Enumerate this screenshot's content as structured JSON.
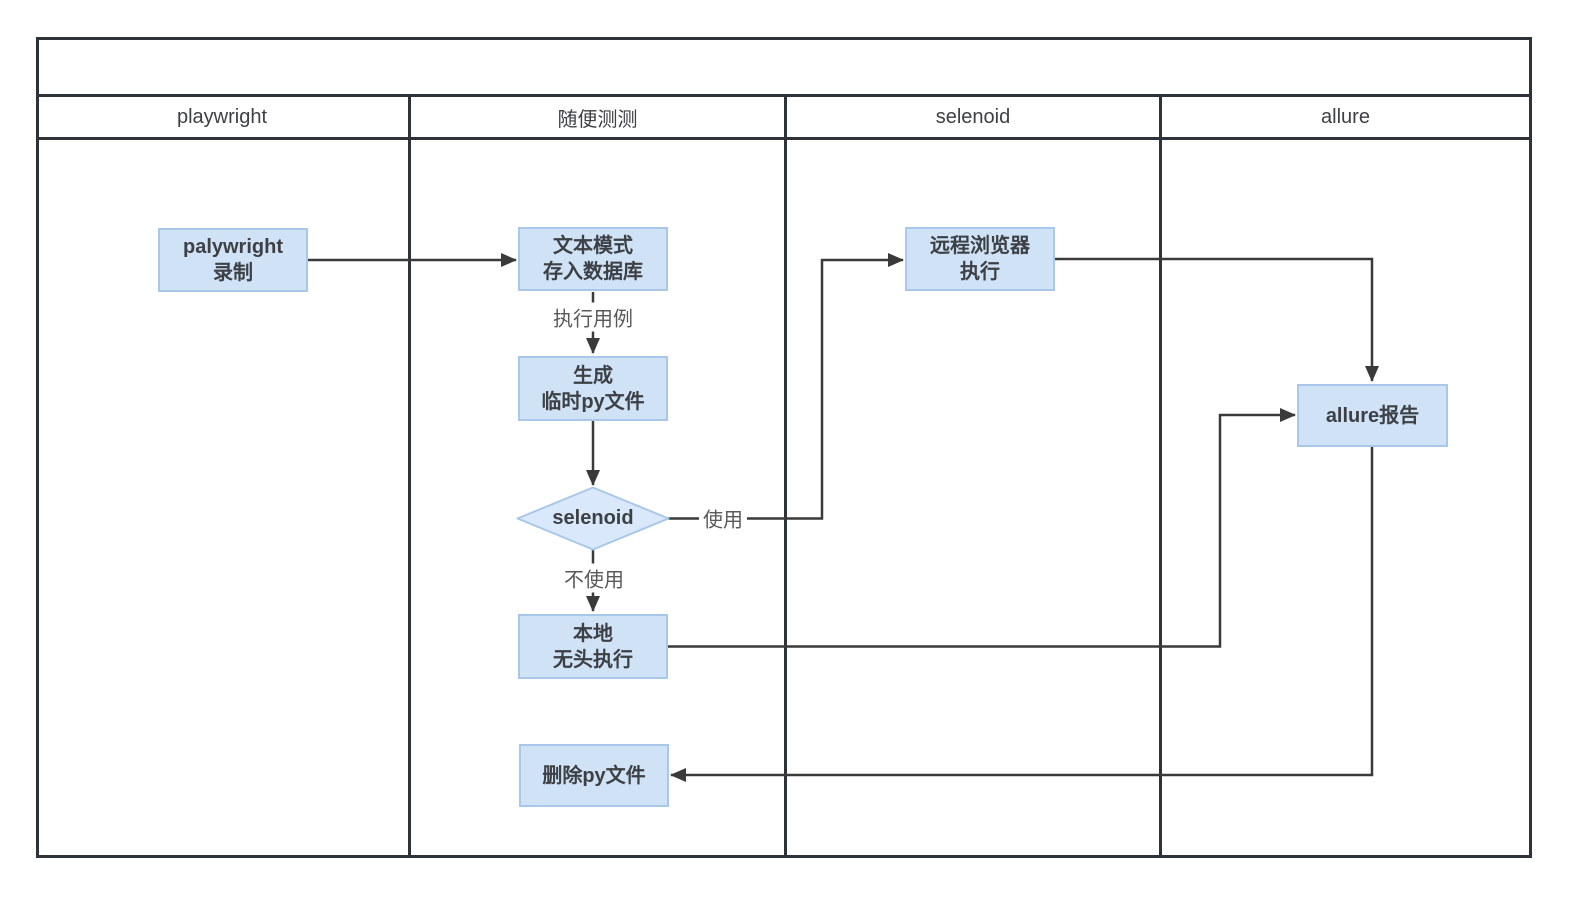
{
  "lanes": [
    {
      "label": "playwright"
    },
    {
      "label": "随便测测"
    },
    {
      "label": "selenoid"
    },
    {
      "label": "allure"
    }
  ],
  "nodes": {
    "record": {
      "lines": [
        "palywright",
        "录制"
      ]
    },
    "save_db": {
      "lines": [
        "文本模式",
        "存入数据库"
      ]
    },
    "gen_py": {
      "lines": [
        "生成",
        "临时py文件"
      ]
    },
    "decision": {
      "label": "selenoid"
    },
    "remote_exec": {
      "lines": [
        "远程浏览器",
        "执行"
      ]
    },
    "local_exec": {
      "lines": [
        "本地",
        "无头执行"
      ]
    },
    "allure_report": {
      "label": "allure报告"
    },
    "delete_py": {
      "label": "删除py文件"
    }
  },
  "edge_labels": {
    "execute_case": "执行用例",
    "use": "使用",
    "not_use": "不使用"
  },
  "colors": {
    "node_fill": "#cfe2f6",
    "diamond_fill": "#d9e9fb",
    "node_border": "#a9c7e8",
    "frame": "#2e3339",
    "connector": "#3a3a3a",
    "node_text": "#3d4045",
    "edge_label_text": "#595959"
  }
}
